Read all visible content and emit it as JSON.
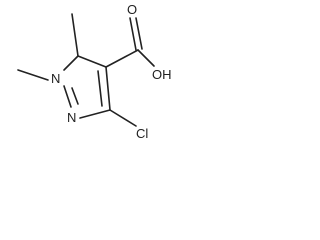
{
  "molecule": {
    "atoms": {
      "oxygen_carbonyl": "O",
      "hydroxyl": "OH",
      "n1": "N",
      "n2": "N",
      "chlorine": "Cl"
    },
    "colors": {
      "ink": "#222222",
      "background": "#ffffff"
    }
  }
}
